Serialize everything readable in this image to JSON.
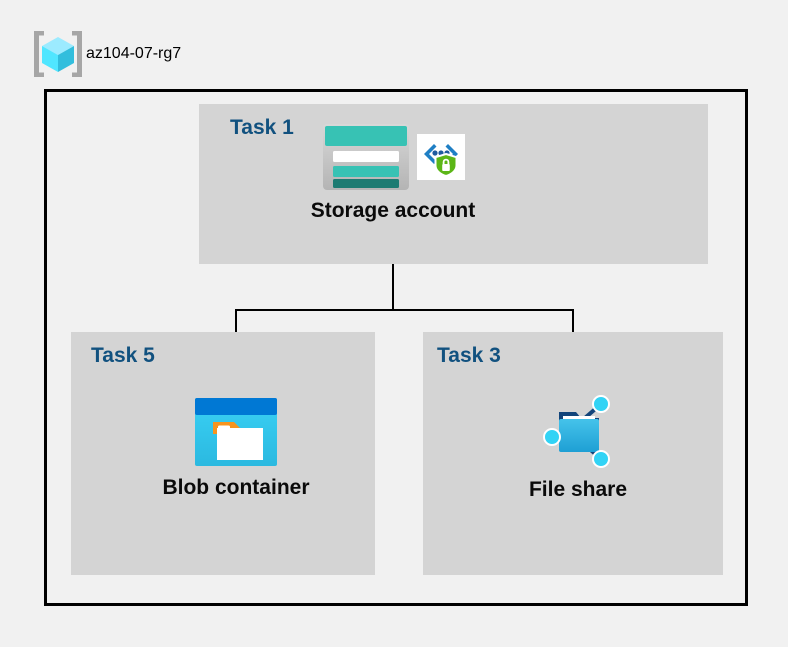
{
  "header": {
    "resource_group_name": "az104-07-rg7",
    "icon": "resource-group-cube-icon"
  },
  "diagram": {
    "type": "azure-architecture-tree",
    "boundary_label": "resource-group-boundary",
    "panels": [
      {
        "id": "task1",
        "task_label": "Task 1",
        "node_caption": "Storage account",
        "icons": [
          "storage-account-icon",
          "secure-api-connection-icon"
        ]
      },
      {
        "id": "task5",
        "task_label": "Task 5",
        "node_caption": "Blob container",
        "icons": [
          "blob-container-icon"
        ]
      },
      {
        "id": "task3",
        "task_label": "Task 3",
        "node_caption": "File share",
        "icons": [
          "file-share-icon"
        ]
      }
    ],
    "connections": [
      {
        "from": "Storage account",
        "to": "Blob container"
      },
      {
        "from": "Storage account",
        "to": "File share"
      }
    ]
  },
  "colors": {
    "page_background": "#f1f1f1",
    "panel_background": "#d4d4d4",
    "task_label": "#11517f",
    "caption": "#0a0a0a",
    "boundary_stroke": "#000000",
    "storage_teal": "#37c2b4",
    "storage_teal_dark": "#1d7b72",
    "blob_blue": "#0078d4",
    "blob_cyan": "#32c8f0",
    "blob_orange": "#f7941e",
    "shield_green": "#5cb617",
    "cube_cyan": "#50e6ff",
    "bracket_gray": "#a0a0a0"
  }
}
